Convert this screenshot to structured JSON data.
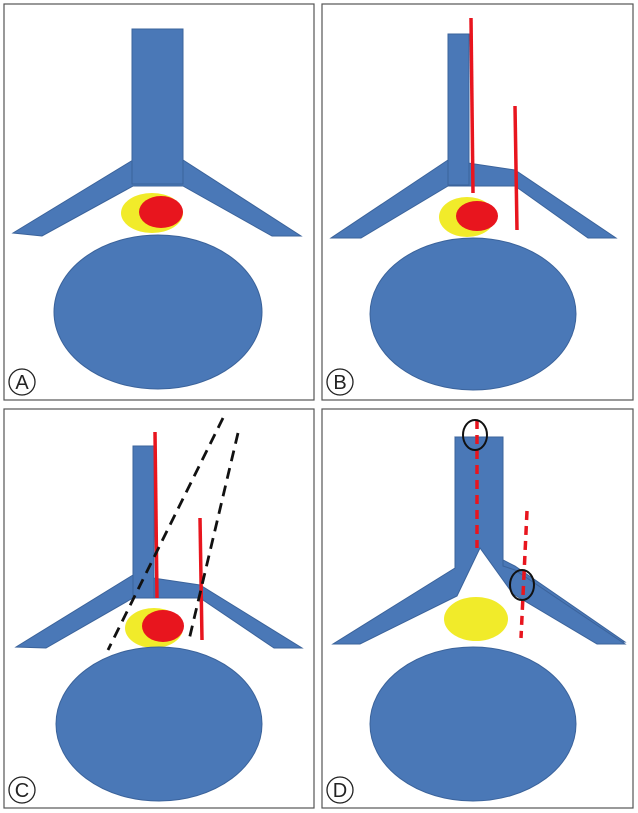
{
  "panels": [
    {
      "id": "A",
      "label": "A"
    },
    {
      "id": "B",
      "label": "B"
    },
    {
      "id": "C",
      "label": "C"
    },
    {
      "id": "D",
      "label": "D"
    }
  ],
  "colors": {
    "bone": "#4A78B7",
    "yellow_structure": "#F1EB2A",
    "red_structure": "#E8151E",
    "cut_line": "#E8151E",
    "trajectory_line": "#111111",
    "frame": "#555555"
  }
}
